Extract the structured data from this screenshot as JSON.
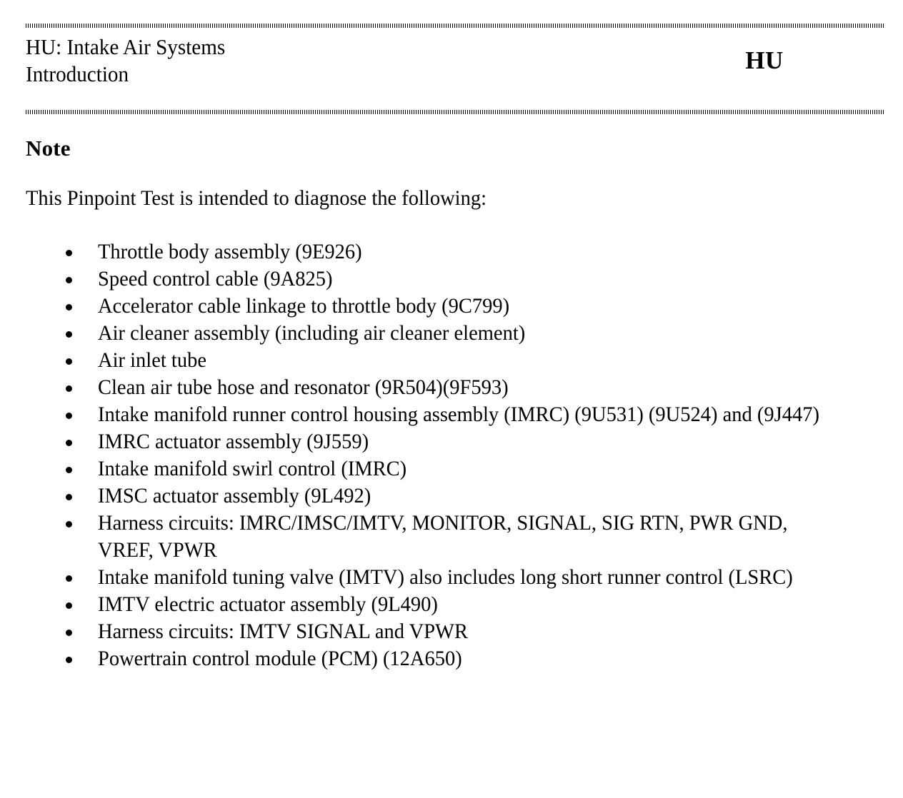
{
  "document": {
    "header": {
      "title_lines": [
        "HU: Intake Air Systems",
        "Introduction"
      ],
      "section_code": "HU"
    },
    "body": {
      "note_heading": "Note",
      "intro": "This Pinpoint Test is intended to diagnose the following:",
      "bullets": [
        "Throttle body assembly (9E926)",
        "Speed control cable (9A825)",
        "Accelerator cable linkage to throttle body (9C799)",
        "Air cleaner assembly (including air cleaner element)",
        "Air inlet tube",
        "Clean air tube hose and resonator (9R504)(9F593)",
        "Intake manifold runner control housing assembly (IMRC) (9U531) (9U524) and (9J447)",
        "IMRC actuator assembly (9J559)",
        "Intake manifold swirl control (IMRC)",
        "IMSC actuator assembly (9L492)",
        "Harness circuits: IMRC/IMSC/IMTV, MONITOR, SIGNAL, SIG RTN, PWR GND, VREF, VPWR",
        "Intake manifold tuning valve (IMTV) also includes long short runner control (LSRC)",
        "IMTV electric actuator assembly (9L490)",
        "Harness circuits: IMTV SIGNAL and VPWR",
        "Powertrain control module (PCM) (12A650)"
      ]
    },
    "colors": {
      "text": "#000000",
      "background": "#ffffff",
      "rule": "#000000"
    }
  }
}
